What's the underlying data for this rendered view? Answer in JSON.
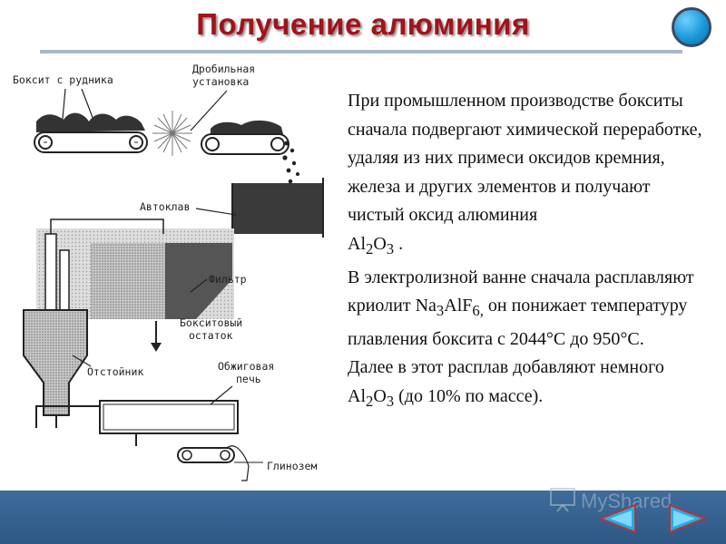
{
  "slide": {
    "title": "Получение алюминия"
  },
  "diagram": {
    "labels": {
      "bauxite": "Боксит с рудника",
      "crusher_1": "Дробильная",
      "crusher_2": "установка",
      "autoclave": "Автоклав",
      "filter": "Фильтр",
      "residue_1": "Бокситовый",
      "residue_2": "остаток",
      "settler": "Отстойник",
      "kiln_1": "Обжиговая",
      "kiln_2": "печь",
      "alumina": "Глинозем"
    }
  },
  "text": {
    "p1": "При промышленном производстве бокситы сначала подвергают химической переработке, удаляя из них примеси оксидов кремния, железа и других элементов и получают чистый оксид алюминия",
    "p1_formula": {
      "a": "Al",
      "s1": "2",
      "b": "O",
      "s2": "3",
      "end": " ."
    },
    "p2": "В электролизной ванне сначала расплавляют криолит",
    "p2_formula": {
      "a": "Na",
      "s1": "3",
      "b": "AlF",
      "s2": "6,",
      "end": " он понижает температуру плавления боксита с 2044°С до 950°С."
    },
    "p3": "Далее в этот расплав добавляют немного",
    "p3_formula": {
      "a": "Al",
      "s1": "2",
      "b": "O",
      "s2": "3",
      "end": " (до 10% по массе)."
    }
  },
  "footer": {
    "watermark": "MyShared",
    "colors": {
      "bar": "#2d5886",
      "arrow": "#1fb0e8",
      "arrow_outline": "#c23030"
    }
  },
  "colors": {
    "title": "#a3121a",
    "accent_button": "#1a98d8"
  }
}
